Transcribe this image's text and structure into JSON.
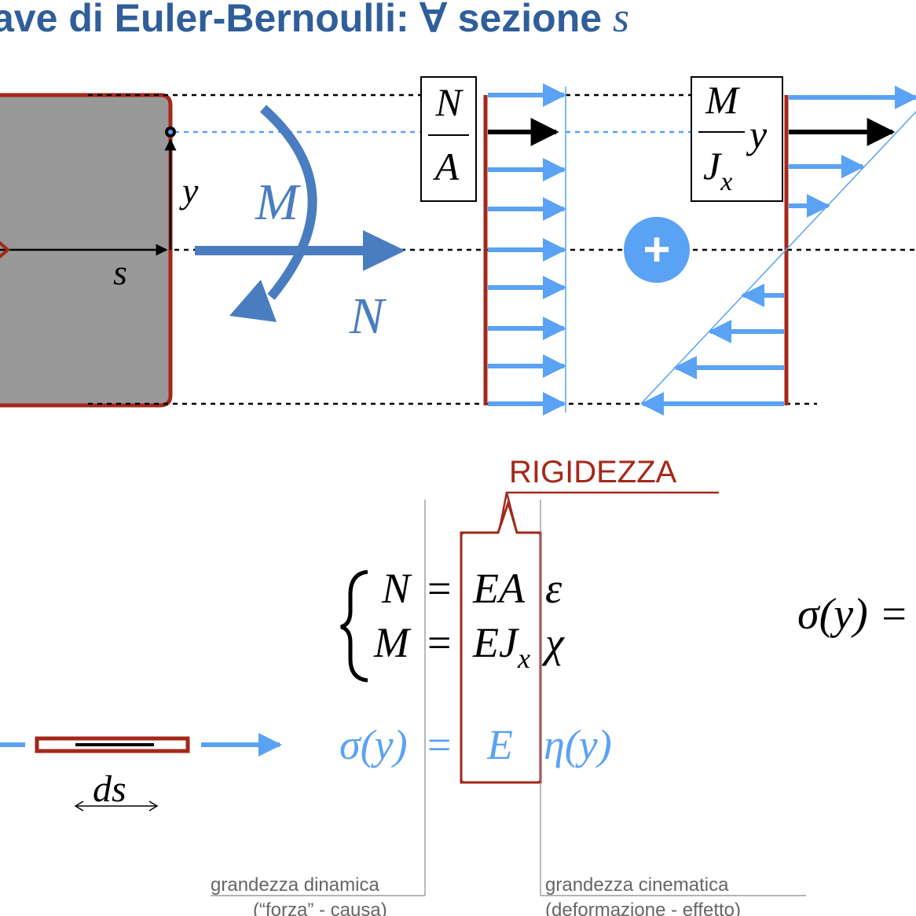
{
  "title": {
    "prefix": "ave di Euler-Bernoulli: ∀ sezione ",
    "var": "s"
  },
  "section_labels": {
    "y": "y",
    "s": "s",
    "M": "M",
    "N": "N"
  },
  "axial_box": {
    "num": "N",
    "den": "A"
  },
  "bending_box": {
    "num": "M",
    "den": "J",
    "den_sub": "x",
    "factor": "y"
  },
  "plus_sign": "+",
  "rigidezza": "RIGIDEZZA",
  "system": {
    "row1": {
      "lhs": "N",
      "eq": "=",
      "stiff": "EA",
      "def": "ε"
    },
    "row2": {
      "lhs": "M",
      "eq": "=",
      "stiff": "EJ",
      "stiff_sub": "x",
      "def": "χ"
    }
  },
  "hooke": {
    "lhs": "σ(y)",
    "eq": "=",
    "E": "E",
    "rhs": "η(y)"
  },
  "sigma_right": "σ(y) =",
  "ds_label": "ds",
  "notes": {
    "dynamic": {
      "line1": "grandezza dinamica",
      "line2": "(“forza” - causa)"
    },
    "kinematic": {
      "line1": "grandezza cinematica",
      "line2": "(deformazione - effetto)"
    }
  },
  "colors": {
    "section_fill": "#999999",
    "dark_red": "#a3281a",
    "light_blue": "#5aa2f4",
    "mid_blue": "#4a7dc0",
    "title_blue": "#2f5e9a"
  }
}
